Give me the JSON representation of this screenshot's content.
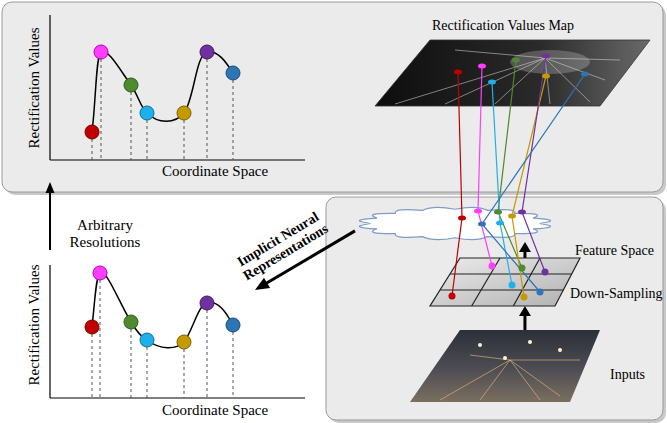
{
  "diagram": {
    "nodes": [
      {
        "text": [
          "Rectification Values",
          "Coordinate Space"
        ]
      },
      {
        "text": [
          "Rectification Values Map"
        ]
      },
      {
        "text": [
          "Rectification Values",
          "Coordinate Space"
        ]
      },
      {
        "text": [
          "Feature Space"
        ]
      },
      {
        "text": [
          "Down-Sampling"
        ]
      },
      {
        "text": [
          "Inputs"
        ]
      }
    ],
    "edges": [
      {
        "from": 2,
        "to": 0,
        "arrow": "to",
        "label": "Arbitrary Resolutions"
      },
      {
        "from": 3,
        "to": 2,
        "arrow": "to",
        "label": "Implicit Neural Representations"
      },
      {
        "from": 5,
        "to": 4,
        "arrow": "to"
      },
      {
        "from": 4,
        "to": 3,
        "arrow": "to"
      }
    ]
  }
}
